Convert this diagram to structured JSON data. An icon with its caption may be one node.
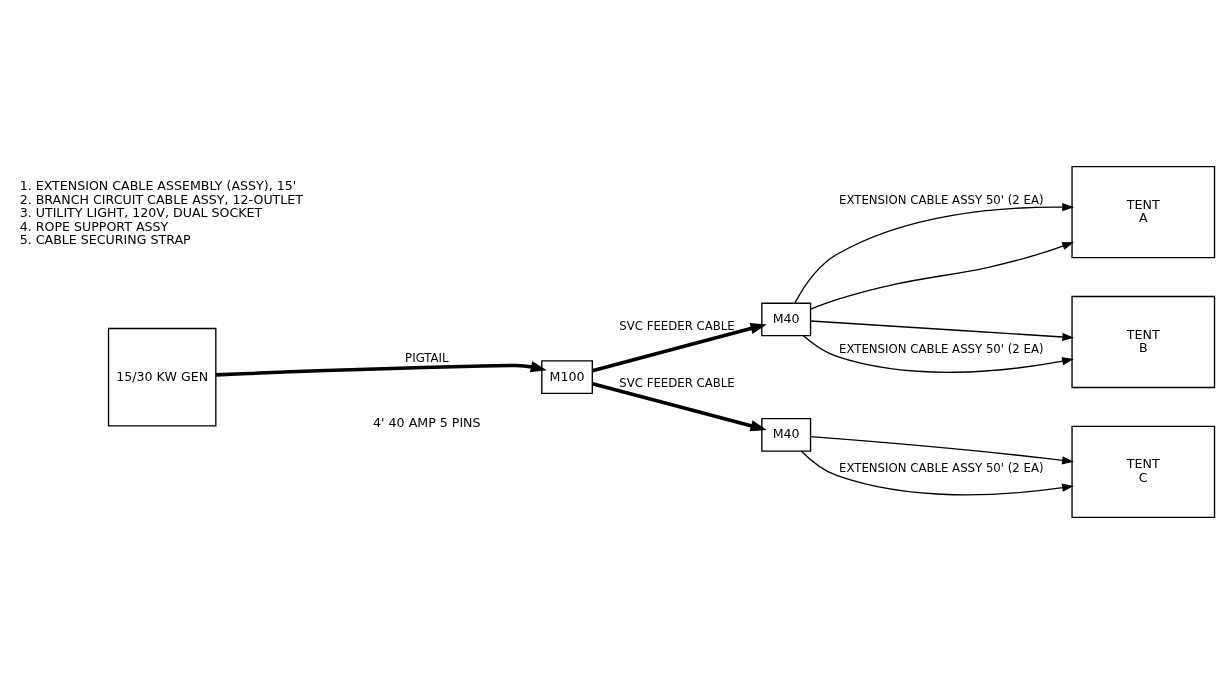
{
  "diagram": {
    "nodes": [
      {
        "text": [
          "15/30 KW GEN"
        ]
      },
      {
        "text": [
          "M100"
        ]
      },
      {
        "text": [
          "M40"
        ]
      },
      {
        "text": [
          "M40"
        ]
      },
      {
        "text": [
          "TENT",
          "A"
        ]
      },
      {
        "text": [
          "TENT",
          "B"
        ]
      },
      {
        "text": [
          "TENT",
          "C"
        ]
      }
    ],
    "edges": [
      {
        "from": 0,
        "to": 1,
        "arrow": "to",
        "label": "PIGTAIL",
        "style": "thick"
      },
      {
        "from": 1,
        "to": 2,
        "arrow": "to",
        "label": "SVC FEEDER CABLE",
        "style": "thick"
      },
      {
        "from": 1,
        "to": 3,
        "arrow": "to",
        "label": "SVC FEEDER CABLE",
        "style": "thick"
      },
      {
        "from": 2,
        "to": 4,
        "arrow": "to",
        "label": "EXTENSION CABLE ASSY 50' (2 EA)"
      },
      {
        "from": 2,
        "to": 4,
        "arrow": "to"
      },
      {
        "from": 2,
        "to": 5,
        "arrow": "to"
      },
      {
        "from": 2,
        "to": 5,
        "arrow": "to",
        "label": "EXTENSION CABLE ASSY 50' (2 EA)"
      },
      {
        "from": 3,
        "to": 6,
        "arrow": "to"
      },
      {
        "from": 3,
        "to": 6,
        "arrow": "to",
        "label": "EXTENSION CABLE ASSY 50' (2 EA)"
      }
    ],
    "labels": [
      "1. EXTENSION CABLE ASSEMBLY (ASSY), 15'",
      "2. BRANCH CIRCUIT CABLE ASSY, 12-OUTLET",
      "3. UTILITY LIGHT, 120V, DUAL SOCKET",
      "4. ROPE SUPPORT ASSY",
      "5. CABLE SECURING STRAP",
      "4' 40 AMP 5 PINS"
    ]
  }
}
